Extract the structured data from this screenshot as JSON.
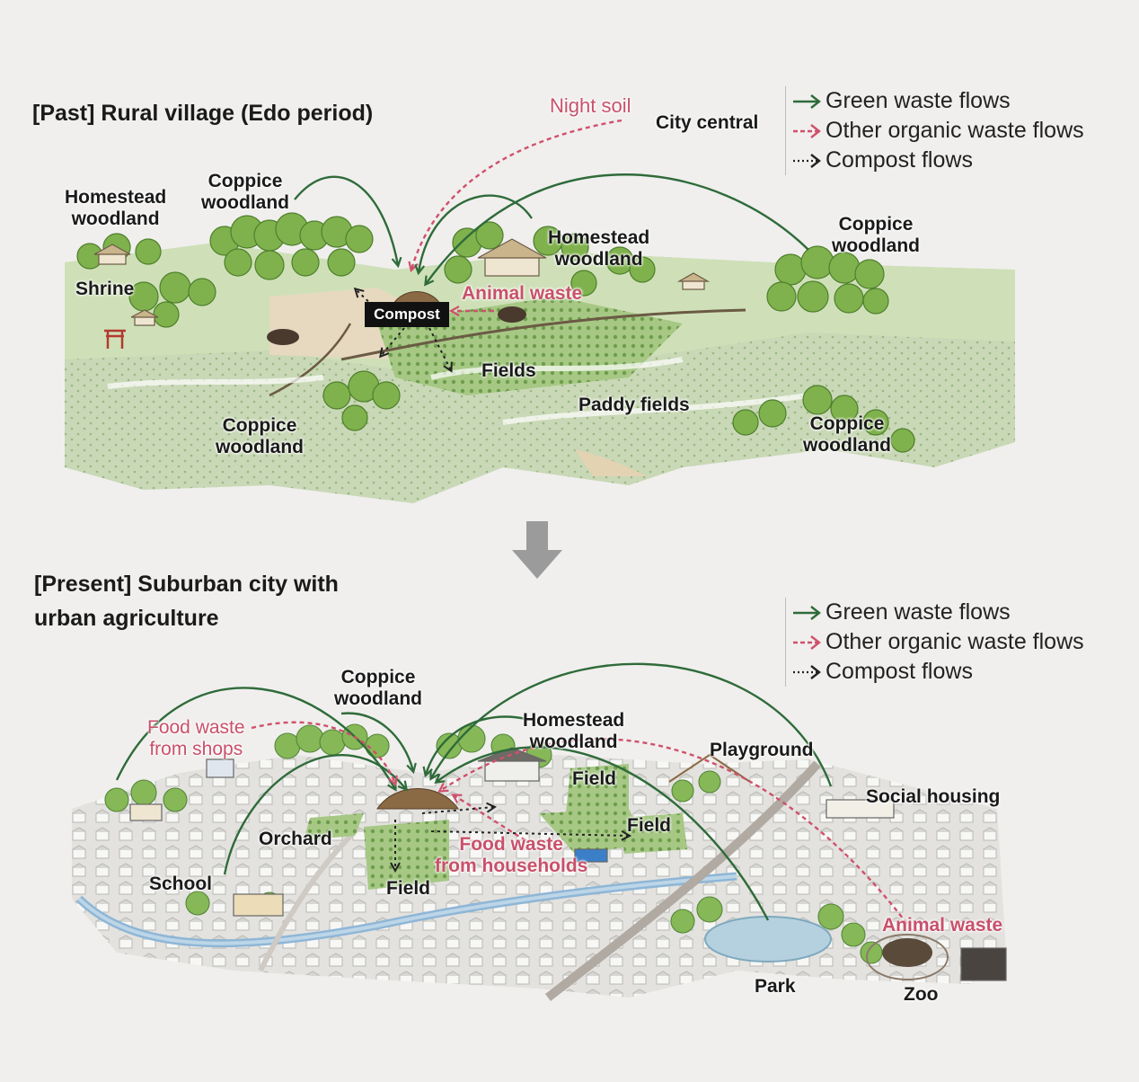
{
  "past": {
    "title": "[Past] Rural village (Edo period)",
    "labels": {
      "night_soil": "Night soil",
      "city_central": "City central",
      "homestead_woodland_left": "Homestead\nwoodland",
      "coppice_woodland_top": "Coppice\nwoodland",
      "homestead_woodland_center": "Homestead\nwoodland",
      "coppice_woodland_right": "Coppice\nwoodland",
      "shrine": "Shrine",
      "animal_waste": "Animal waste",
      "compost": "Compost",
      "fields": "Fields",
      "paddy_fields": "Paddy fields",
      "coppice_woodland_bottom_left": "Coppice\nwoodland",
      "coppice_woodland_bottom_right": "Coppice\nwoodland"
    }
  },
  "present": {
    "title_line1": "[Present] Suburban city with",
    "title_line2": "urban agriculture",
    "labels": {
      "coppice_woodland": "Coppice\nwoodland",
      "food_waste_shops": "Food waste\nfrom shops",
      "homestead_woodland": "Homestead\nwoodland",
      "playground": "Playground",
      "field_a": "Field",
      "social_housing": "Social housing",
      "field_b": "Field",
      "orchard": "Orchard",
      "food_waste_households": "Food waste\nfrom households",
      "school": "School",
      "field_c": "Field",
      "animal_waste": "Animal waste",
      "park": "Park",
      "zoo": "Zoo"
    }
  },
  "legend": {
    "green": "Green waste flows",
    "other": "Other organic waste flows",
    "compost": "Compost flows"
  },
  "colors": {
    "green_flow": "#2f6b3a",
    "organic_flow": "#d0506c",
    "compost_flow": "#222222",
    "background": "#f0efed"
  }
}
